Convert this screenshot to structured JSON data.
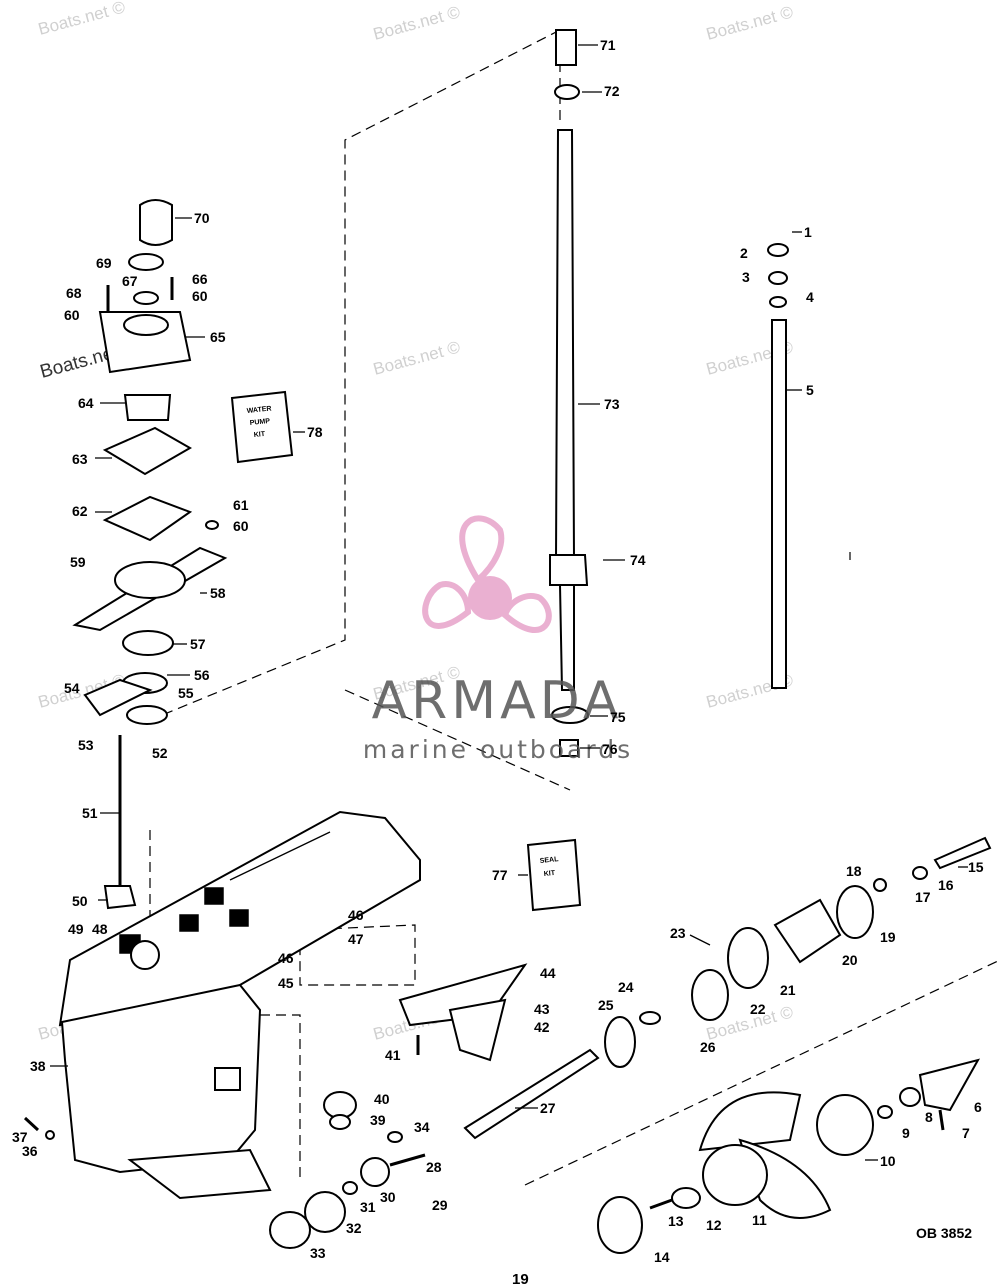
{
  "watermark": "Boats.net ©",
  "brand": {
    "name": "ARMADA",
    "tagline": "marine outboards",
    "logo_color": "#e7a3c9"
  },
  "kits": {
    "water_pump": [
      "WATER",
      "PUMP",
      "KIT"
    ],
    "seal": [
      "SEAL",
      "KIT"
    ]
  },
  "callouts": [
    "1",
    "2",
    "3",
    "4",
    "5",
    "6",
    "7",
    "8",
    "9",
    "10",
    "11",
    "12",
    "13",
    "14",
    "15",
    "16",
    "17",
    "18",
    "19",
    "20",
    "21",
    "22",
    "23",
    "24",
    "25",
    "26",
    "27",
    "28",
    "29",
    "30",
    "31",
    "32",
    "33",
    "34",
    "36",
    "37",
    "38",
    "39",
    "40",
    "41",
    "42",
    "43",
    "44",
    "45",
    "46",
    "47",
    "48",
    "49",
    "50",
    "51",
    "52",
    "53",
    "54",
    "55",
    "56",
    "57",
    "58",
    "59",
    "60",
    "61",
    "62",
    "63",
    "64",
    "65",
    "66",
    "67",
    "68",
    "69",
    "70",
    "71",
    "72",
    "73",
    "74",
    "75",
    "76",
    "77",
    "78"
  ],
  "page_number": "19",
  "drawing_code": "OB 3852"
}
